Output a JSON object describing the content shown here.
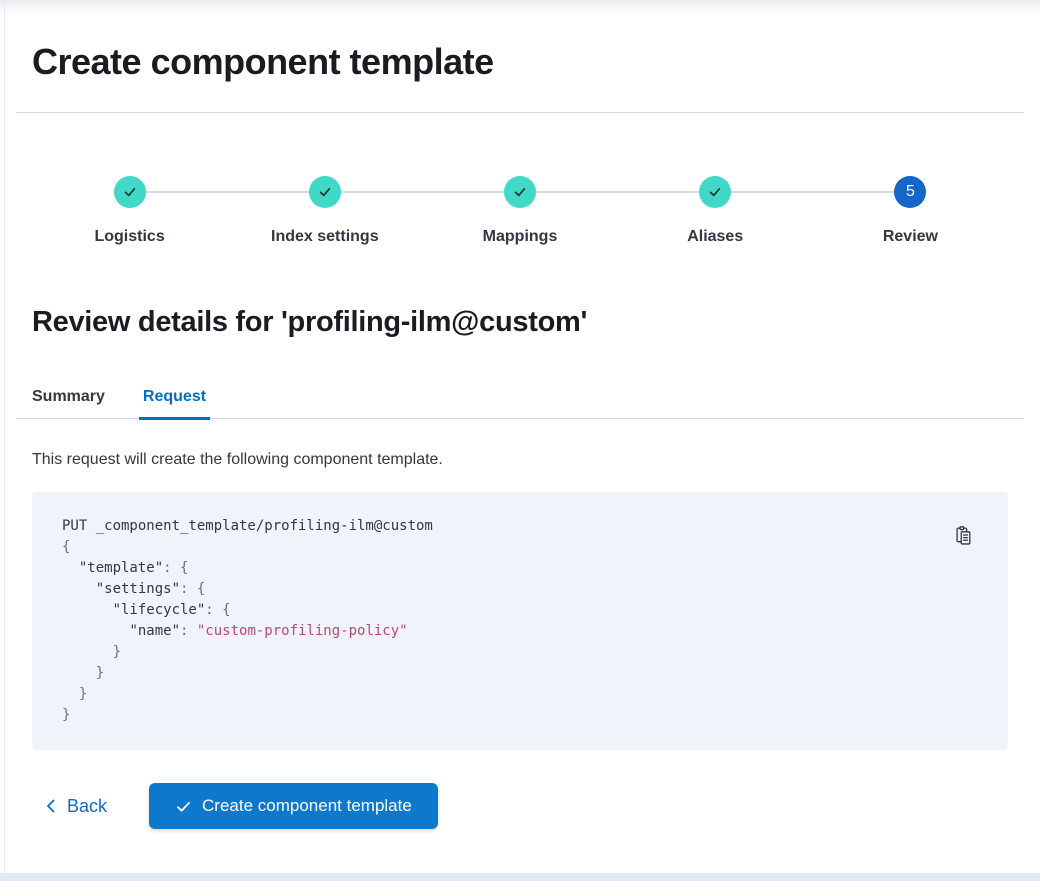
{
  "page": {
    "title": "Create component template"
  },
  "stepper": {
    "steps": [
      {
        "label": "Logistics",
        "status": "complete"
      },
      {
        "label": "Index settings",
        "status": "complete"
      },
      {
        "label": "Mappings",
        "status": "complete"
      },
      {
        "label": "Aliases",
        "status": "complete"
      },
      {
        "label": "Review",
        "status": "current",
        "number": "5"
      }
    ]
  },
  "review": {
    "heading": "Review details for 'profiling-ilm@custom'",
    "tabs": [
      {
        "label": "Summary",
        "selected": false
      },
      {
        "label": "Request",
        "selected": true
      }
    ],
    "description": "This request will create the following component template."
  },
  "code": {
    "copy_icon": "copy-clipboard-icon",
    "lines": [
      [
        {
          "text": "PUT _component_template/profiling-ilm@custom",
          "type": "plain"
        }
      ],
      [
        {
          "text": "{",
          "type": "punct"
        }
      ],
      [
        {
          "text": "  ",
          "type": "plain"
        },
        {
          "text": "\"template\"",
          "type": "key"
        },
        {
          "text": ": ",
          "type": "punct"
        },
        {
          "text": "{",
          "type": "punct"
        }
      ],
      [
        {
          "text": "    ",
          "type": "plain"
        },
        {
          "text": "\"settings\"",
          "type": "key"
        },
        {
          "text": ": ",
          "type": "punct"
        },
        {
          "text": "{",
          "type": "punct"
        }
      ],
      [
        {
          "text": "      ",
          "type": "plain"
        },
        {
          "text": "\"lifecycle\"",
          "type": "key"
        },
        {
          "text": ": ",
          "type": "punct"
        },
        {
          "text": "{",
          "type": "punct"
        }
      ],
      [
        {
          "text": "        ",
          "type": "plain"
        },
        {
          "text": "\"name\"",
          "type": "key"
        },
        {
          "text": ": ",
          "type": "punct"
        },
        {
          "text": "\"custom-profiling-policy\"",
          "type": "string"
        }
      ],
      [
        {
          "text": "      ",
          "type": "plain"
        },
        {
          "text": "}",
          "type": "punct"
        }
      ],
      [
        {
          "text": "    ",
          "type": "plain"
        },
        {
          "text": "}",
          "type": "punct"
        }
      ],
      [
        {
          "text": "  ",
          "type": "plain"
        },
        {
          "text": "}",
          "type": "punct"
        }
      ],
      [
        {
          "text": "}",
          "type": "punct"
        }
      ]
    ]
  },
  "footer": {
    "back_label": "Back",
    "submit_label": "Create component template"
  },
  "colors": {
    "heading_text": "#1a1c21",
    "body_text": "#343741",
    "step_complete_teal": "#40d8c6",
    "step_current_blue": "#1467c8",
    "connector_gray": "#d3dae6",
    "tab_selected_blue": "#0071c2",
    "link_blue": "#0b6bc8",
    "button_fill_blue": "#0d79cc",
    "code_background": "#f0f3fa",
    "code_string_pink": "#ba4a76",
    "code_punct_gray": "#69707d",
    "bottom_strip": "#e5e8f6"
  }
}
